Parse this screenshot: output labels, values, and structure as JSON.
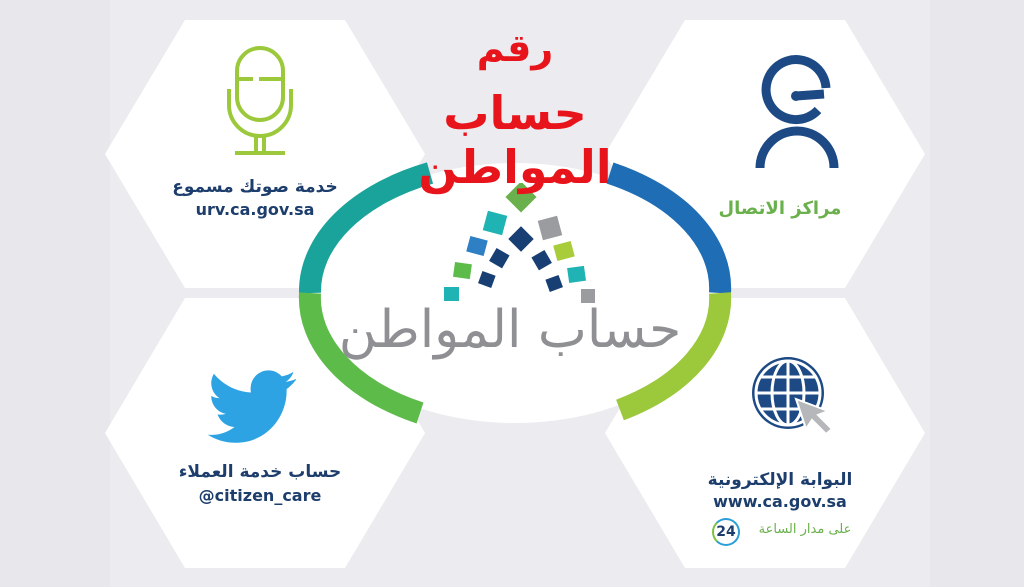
{
  "header": {
    "title_line1": "رقم",
    "title_line2": "حساب المواطن",
    "title_color": "#e8141b"
  },
  "logo": {
    "text": "حساب المواطن",
    "text_color": "#8f9094",
    "ring_colors": [
      "#1aa39a",
      "#1f6db5",
      "#9cc93b",
      "#5dbb4a"
    ]
  },
  "cards": [
    {
      "id": "voice-service",
      "icon": "microphone-icon",
      "icon_color": "#9cc93b",
      "title": "خدمة صوتك مسموع",
      "subtitle": "urv.ca.gov.sa"
    },
    {
      "id": "contact-centers",
      "icon": "headset-agent-icon",
      "icon_color": "#1d4a84",
      "title": "مراكز الاتصال",
      "title_color": "#6ab04c"
    },
    {
      "id": "twitter-support",
      "icon": "twitter-bird-icon",
      "icon_color": "#2ea3e3",
      "title": "حساب خدمة العملاء",
      "subtitle": "@citizen_care"
    },
    {
      "id": "e-portal",
      "icon": "globe-cursor-icon",
      "icon_color": "#1d4a84",
      "title": "البوابة الإلكترونية",
      "subtitle": "www.ca.gov.sa",
      "badge_number": "24",
      "badge_text": "على مدار الساعة"
    }
  ]
}
